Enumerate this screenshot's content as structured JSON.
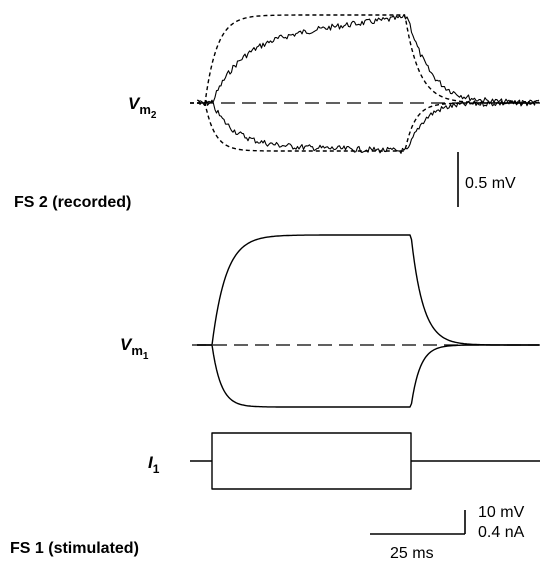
{
  "labels": {
    "vm2_main": "V",
    "vm2_sub": "m",
    "vm2_subsub": "2",
    "fs2": "FS 2 (recorded)",
    "vm1_main": "V",
    "vm1_sub": "m",
    "vm1_subsub": "1",
    "i1_main": "I",
    "i1_sub": "1",
    "fs1": "FS 1 (stimulated)"
  },
  "scale_bars": {
    "vm2_voltage": "0.5 mV",
    "voltage": "10 mV",
    "current": "0.4 nA",
    "time": "25 ms"
  }
}
